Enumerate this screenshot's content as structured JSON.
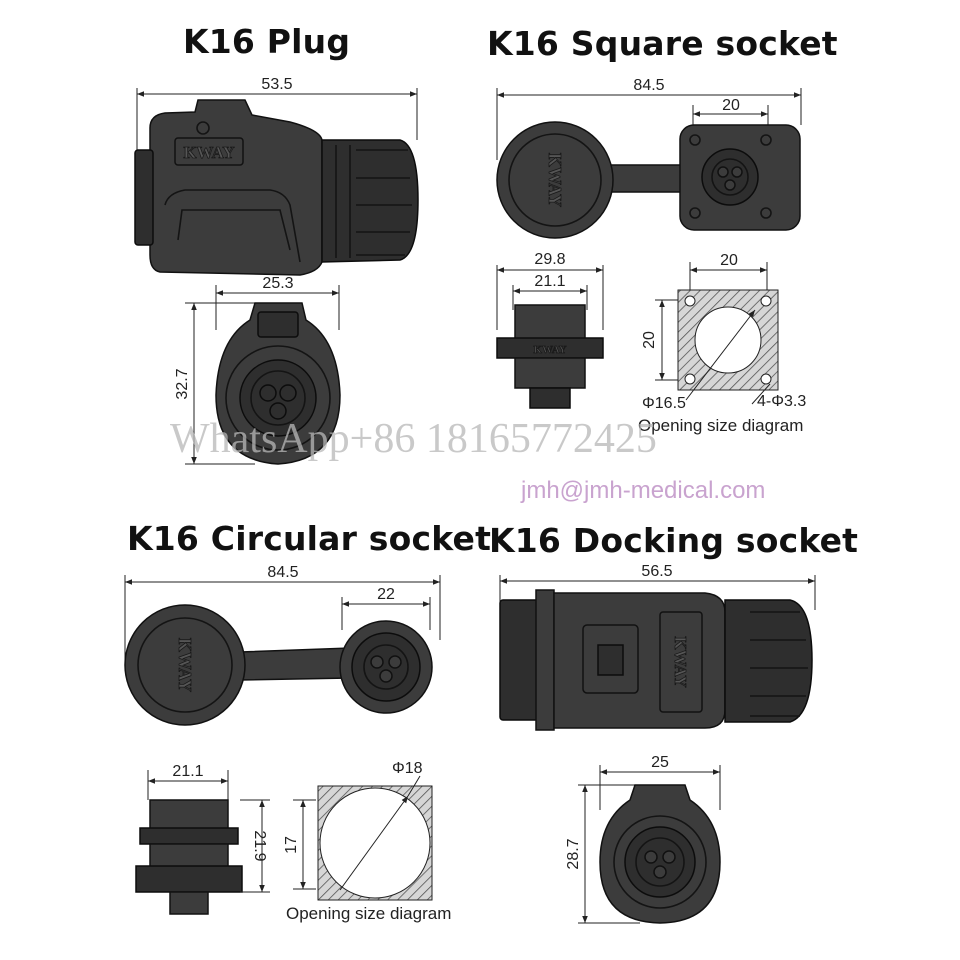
{
  "titles": {
    "plug": "K16 Plug",
    "square": "K16 Square socket",
    "circular": "K16 Circular socket",
    "docking": "K16 Docking socket"
  },
  "plug": {
    "length": "53.5",
    "width": "25.3",
    "height": "32.7"
  },
  "square": {
    "length": "84.5",
    "flange": "20",
    "side_width": "29.8",
    "side_inner": "21.1",
    "cut_width": "20",
    "cut_height": "20",
    "hole_dia": "Φ16.5",
    "mount_holes": "4-Φ3.3",
    "caption": "Opening size diagram"
  },
  "circular": {
    "length": "84.5",
    "flange": "22",
    "side_width": "21.1",
    "side_height": "21.9",
    "cut_height": "17",
    "hole_dia": "Φ18",
    "caption": "Opening size diagram"
  },
  "docking": {
    "length": "56.5",
    "width": "25",
    "height": "28.7"
  },
  "logo": "KWAY",
  "watermark": "WhatsApp+86  18165772425",
  "email": "jmh@jmh-medical.com"
}
